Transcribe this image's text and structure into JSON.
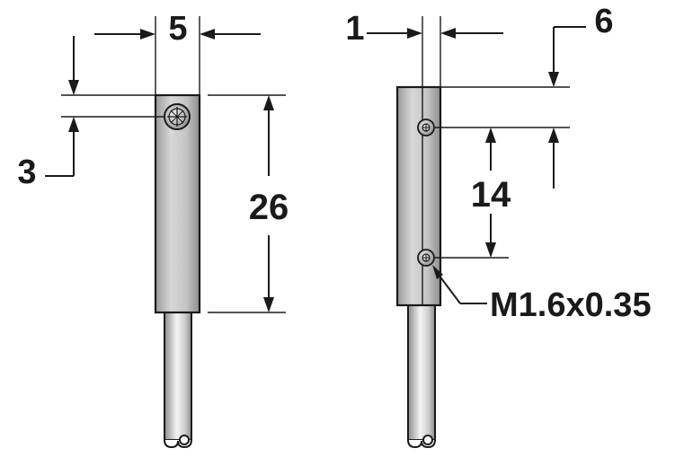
{
  "dimensions": {
    "body_width": "5",
    "mount_height": "3",
    "body_length": "26",
    "side_thickness": "1",
    "hole_offset": "6",
    "hole_spacing": "14",
    "thread": "M1.6x0.35"
  },
  "colors": {
    "body_fill_light": "#d4d4d4",
    "body_fill_dark": "#a9a9a9",
    "cable_light": "#f2f2f2",
    "cable_dark": "#9c9c9c",
    "line": "#1a1a1a"
  }
}
